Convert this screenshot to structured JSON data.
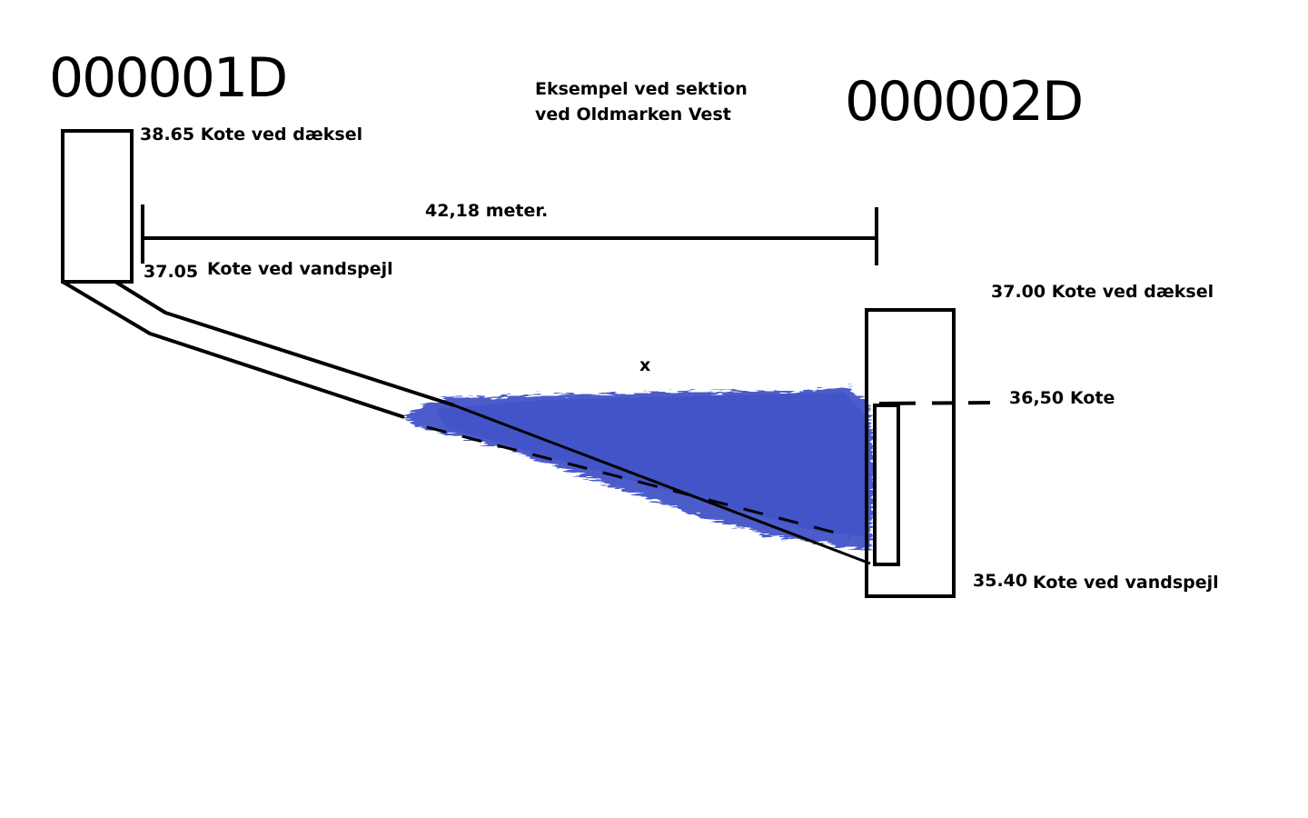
{
  "manhole_left": {
    "id": "000001D",
    "cover_level": "38.65",
    "cover_label": "Kote ved dæksel",
    "water_level": "37.05",
    "water_label": "Kote ved vandspejl"
  },
  "manhole_right": {
    "id": "000002D",
    "cover_level": "37.00",
    "cover_label": "Kote ved dæksel",
    "mid_level": "36,50",
    "mid_label": "Kote",
    "water_level": "35.40",
    "water_label": "Kote ved vandspejl"
  },
  "title": {
    "line1": "Eksempel ved sektion",
    "line2": "ved Oldmarken Vest"
  },
  "distance_label": "42,18 meter.",
  "marker": "x",
  "colors": {
    "line": "#000000",
    "water_fill": "#3d4fc7"
  }
}
